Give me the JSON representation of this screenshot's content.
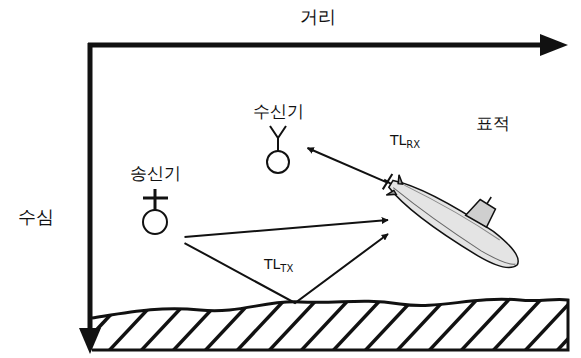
{
  "diagram": {
    "nodes": [
      {
        "text": [
          "수신기"
        ]
      },
      {
        "text": [
          "송신기"
        ]
      },
      {
        "text": [
          "표적"
        ]
      }
    ],
    "edges": [
      {
        "from": 1,
        "to": 2,
        "arrow": "to",
        "label": "TLTX"
      },
      {
        "from": 1,
        "to": 2,
        "arrow": "to"
      },
      {
        "from": 2,
        "to": 0,
        "arrow": "to",
        "label": "TLRX"
      }
    ],
    "labels": [
      "거리",
      "수심"
    ]
  }
}
